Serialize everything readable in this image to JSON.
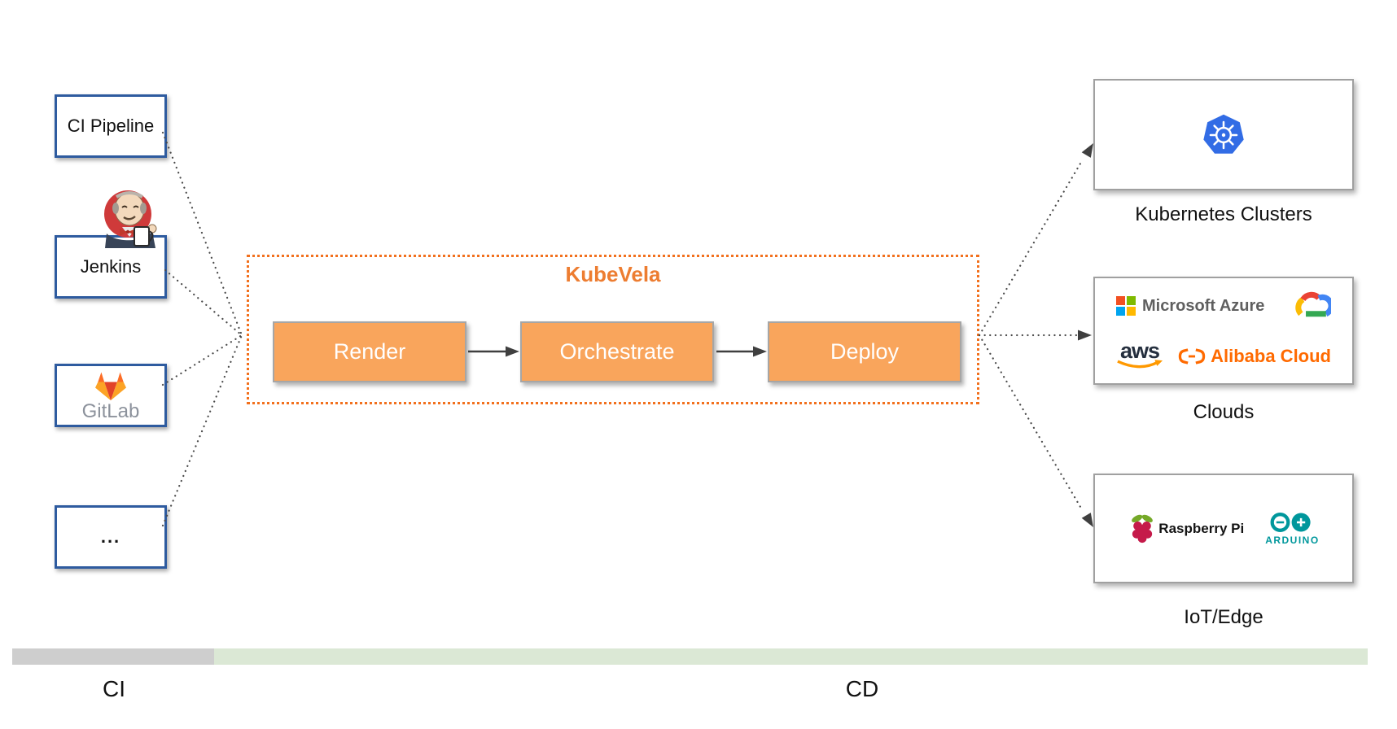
{
  "diagram": {
    "ci_sources": [
      {
        "label": "CI Pipeline"
      },
      {
        "label": "Jenkins"
      },
      {
        "label": "GitLab"
      },
      {
        "label": "..."
      }
    ],
    "kubevela": {
      "title": "KubeVela",
      "steps": [
        "Render",
        "Orchestrate",
        "Deploy"
      ]
    },
    "targets": {
      "kubernetes": {
        "label": "Kubernetes Clusters"
      },
      "clouds": {
        "label": "Clouds",
        "azure_text": "Microsoft Azure",
        "aws_text": "aws",
        "alibaba_text": "Alibaba Cloud"
      },
      "iot": {
        "label": "IoT/Edge",
        "raspberry_text": "Raspberry Pi",
        "arduino_text": "ARDUINO"
      }
    },
    "footer": {
      "ci": "CI",
      "cd": "CD"
    },
    "colors": {
      "accent_orange": "#ed7d31",
      "dotted_border_orange": "#f2701d",
      "process_fill": "#f9a55c",
      "source_border_blue": "#2e5b9f",
      "bar_gray": "#cecece",
      "bar_green": "#dbe8d5",
      "k8s_blue": "#326ce5",
      "aws_orange": "#ff9900",
      "alibaba_orange": "#ff6a00",
      "arduino_teal": "#00979c",
      "gitlab_text_gray": "#8c929c"
    }
  }
}
